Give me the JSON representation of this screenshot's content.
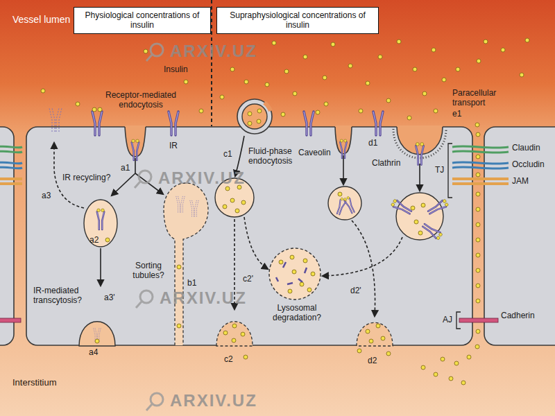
{
  "diagram": {
    "nodes": [
      {
        "text": [
          "Physiological concentrations of insulin"
        ]
      },
      {
        "text": [
          "Supraphysiological concentrations of insulin"
        ]
      }
    ],
    "labels": [
      "Vessel lumen",
      "Insulin",
      "Receptor-mediated endocytosis",
      "Paracellular transport",
      "e1",
      "IR",
      "c1",
      "Fluid-phase endocytosis",
      "Caveolin",
      "d1",
      "Clathrin",
      "TJ",
      "Claudin",
      "Occludin",
      "JAM",
      "a1",
      "IR recycling?",
      "a3",
      "a2",
      "Sorting tubules?",
      "c2'",
      "b1",
      "d2'",
      "IR-mediated transcytosis?",
      "a3'",
      "Lysosomal degradation?",
      "AJ",
      "Cadherin",
      "a4",
      "c2",
      "d2",
      "Interstitium",
      "ARXIV.UZ",
      "ARXIV.UZ",
      "ARXIV.UZ",
      "ARXIV.UZ"
    ]
  }
}
